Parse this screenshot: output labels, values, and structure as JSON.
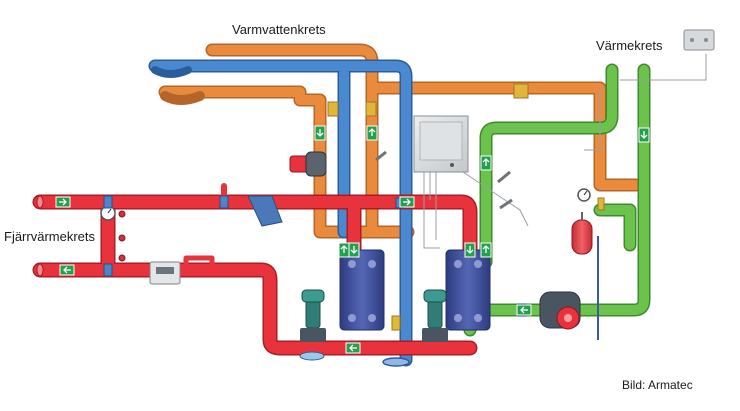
{
  "labels": {
    "hot_water_circuit": "Varmvattenkrets",
    "heating_circuit": "Värmekrets",
    "district_heating_circuit": "Fjärrvärmekrets",
    "credit": "Bild: Armatec"
  },
  "colors": {
    "supply_red": "#e8323c",
    "return_orange": "#e5873a",
    "cold_blue": "#3f7cc4",
    "heating_green": "#63b845",
    "exchanger_blue": "#3e4f9a",
    "pump_teal": "#2f7d76",
    "arrow_badge": "#22a04b"
  },
  "icons": [
    "flow-arrow-icon",
    "pressure-gauge-icon",
    "valve-icon",
    "pump-icon",
    "heat-exchanger-icon",
    "control-cabinet-icon",
    "expansion-tank-icon",
    "sensor-box-icon",
    "energy-meter-icon",
    "strainer-icon"
  ]
}
